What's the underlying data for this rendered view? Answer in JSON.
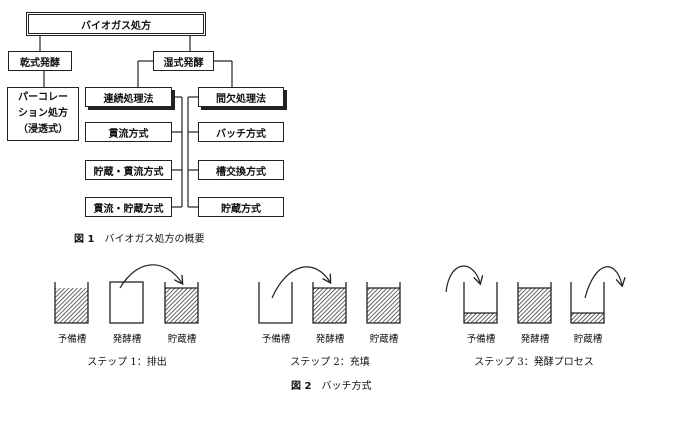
{
  "fig1": {
    "root": "バイオガス処方",
    "dry": "乾式発酵",
    "dry_child_lines": [
      "パーコレー",
      "ション処方",
      "（浸透式）"
    ],
    "wet": "湿式発酵",
    "continuous": "連続処理法",
    "intermittent": "間欠処理法",
    "left_items": [
      "貫流方式",
      "貯蔵・貫流方式",
      "貫流・貯蔵方式"
    ],
    "right_items": [
      "バッチ方式",
      "槽交換方式",
      "貯蔵方式"
    ],
    "caption_num": "図 1",
    "caption_text": "バイオガス処方の概要"
  },
  "fig2": {
    "steps": [
      {
        "tanks": [
          "予備槽",
          "発酵槽",
          "貯蔵槽"
        ],
        "label": "ステップ 1：排出"
      },
      {
        "tanks": [
          "予備槽",
          "発酵槽",
          "貯蔵槽"
        ],
        "label": "ステップ 2：充填"
      },
      {
        "tanks": [
          "予備槽",
          "発酵槽",
          "貯蔵槽"
        ],
        "label": "ステップ 3：発酵プロセス"
      }
    ],
    "caption_num": "図 2",
    "caption_text": "バッチ方式"
  }
}
